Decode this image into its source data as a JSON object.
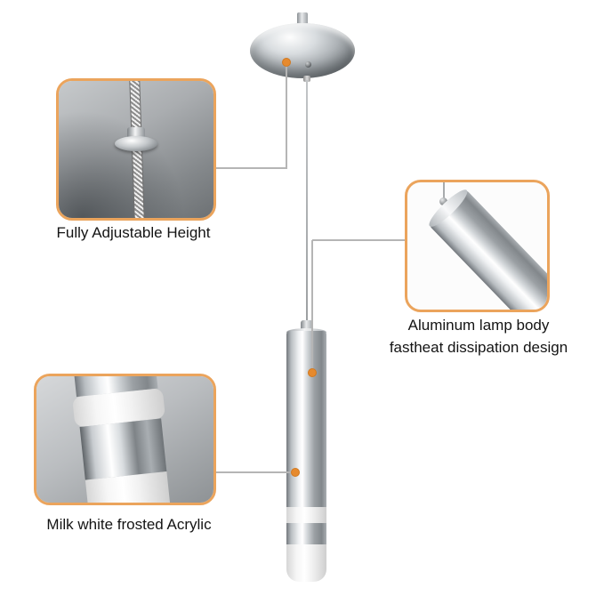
{
  "captions": {
    "adjustable_height": "Fully Adjustable Height",
    "aluminum_line1": "Aluminum lamp body",
    "aluminum_line2": "fastheat dissipation design",
    "frosted_acrylic": "Milk white frosted Acrylic"
  },
  "colors": {
    "background": "#FFFFFF",
    "callout_border": "#EBA45C",
    "marker_dot": "#E68A2E",
    "connector_line": "#B5B5B5"
  },
  "markers": {
    "canopy_dot": "height-adjustment-point",
    "body_dot": "aluminum-body-point",
    "tip_dot": "frosted-acrylic-point"
  }
}
